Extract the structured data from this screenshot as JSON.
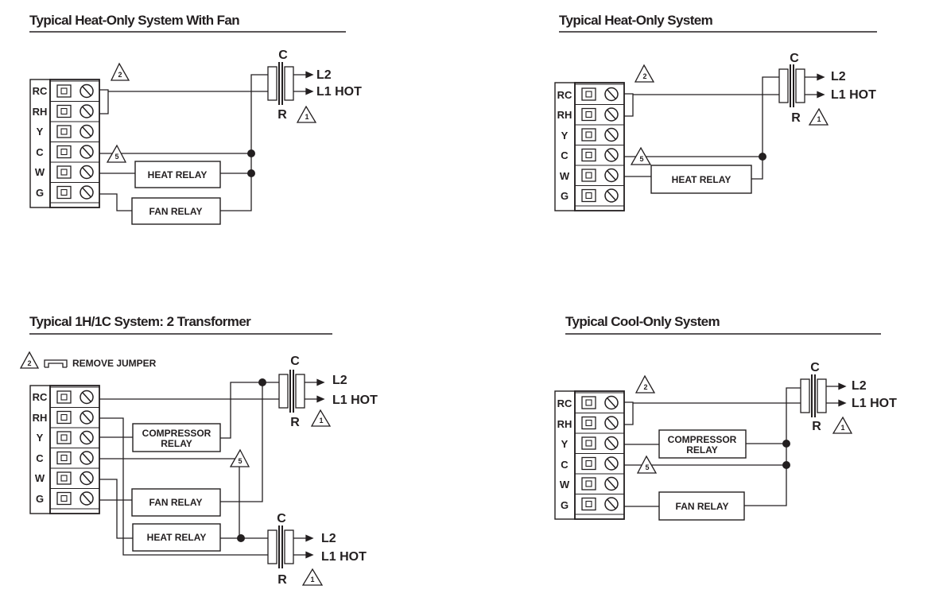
{
  "panels": [
    {
      "title": "Typical Heat-Only System With Fan",
      "terminals": [
        "RC",
        "RH",
        "Y",
        "C",
        "W",
        "G"
      ],
      "relays": [
        "HEAT RELAY",
        "FAN RELAY"
      ],
      "transformers": [
        {
          "top": "C",
          "bottom": "R",
          "out1": "L2",
          "out2": "L1 HOT",
          "note": "1"
        }
      ],
      "notes": [
        "2",
        "5"
      ]
    },
    {
      "title": "Typical Heat-Only System",
      "terminals": [
        "RC",
        "RH",
        "Y",
        "C",
        "W",
        "G"
      ],
      "relays": [
        "HEAT RELAY"
      ],
      "transformers": [
        {
          "top": "C",
          "bottom": "R",
          "out1": "L2",
          "out2": "L1 HOT",
          "note": "1"
        }
      ],
      "notes": [
        "2",
        "5"
      ]
    },
    {
      "title": "Typical 1H/1C System: 2 Transformer",
      "legend": {
        "note": "2",
        "text": "REMOVE JUMPER"
      },
      "terminals": [
        "RC",
        "RH",
        "Y",
        "C",
        "W",
        "G"
      ],
      "relays": [
        "COMPRESSOR",
        "RELAY",
        "FAN RELAY",
        "HEAT RELAY"
      ],
      "transformers": [
        {
          "top": "C",
          "bottom": "R",
          "out1": "L2",
          "out2": "L1 HOT",
          "note": "1"
        },
        {
          "top": "C",
          "bottom": "R",
          "out1": "L2",
          "out2": "L1 HOT",
          "note": "1"
        }
      ],
      "notes": [
        "5"
      ]
    },
    {
      "title": "Typical Cool-Only System",
      "terminals": [
        "RC",
        "RH",
        "Y",
        "C",
        "W",
        "G"
      ],
      "relays": [
        "COMPRESSOR",
        "RELAY",
        "FAN RELAY"
      ],
      "transformers": [
        {
          "top": "C",
          "bottom": "R",
          "out1": "L2",
          "out2": "L1 HOT",
          "note": "1"
        }
      ],
      "notes": [
        "2",
        "5"
      ]
    }
  ]
}
